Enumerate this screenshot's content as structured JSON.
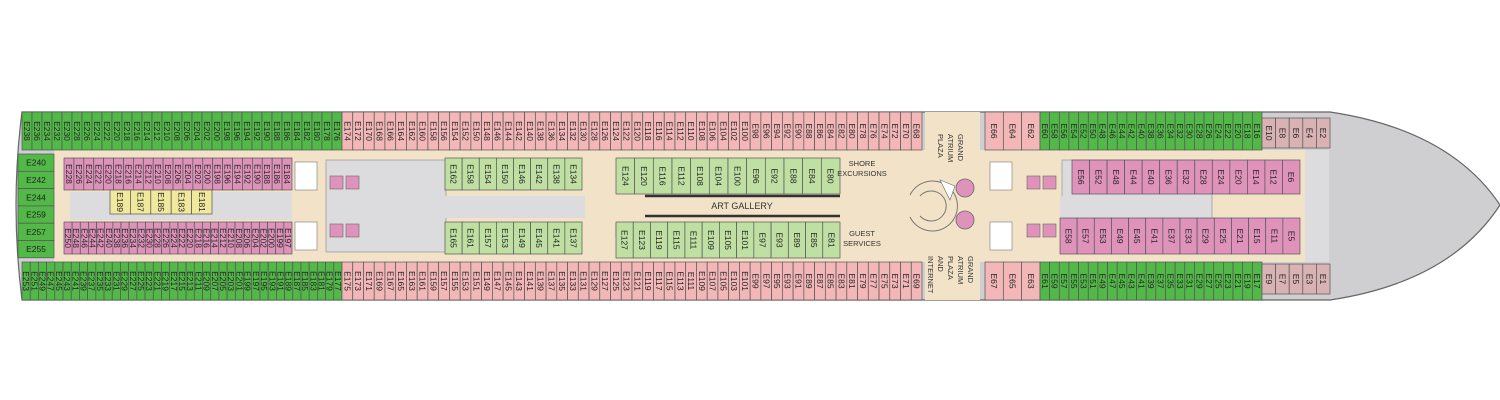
{
  "colors": {
    "balcony": "#52b848",
    "balcony_light": "#bfe0a2",
    "oceanview": "#f3b7b7",
    "interior": "#df93bb",
    "suite": "#d9b3b3",
    "yellow": "#f0e89c",
    "hull": "#cfcfd2",
    "corridor": "#f2e3c8",
    "void": "#dcdcdf",
    "white": "#ffffff",
    "outline": "#555555"
  },
  "labels": {
    "art_gallery": "ART GALLERY",
    "shore_excursions": [
      "SHORE",
      "EXCURSIONS"
    ],
    "guest_services": [
      "GUEST",
      "SERVICES"
    ],
    "grand_atrium_plaza_top": [
      "GRAND",
      "ATRIUM",
      "PLAZA"
    ],
    "grand_atrium_plaza_bottom": [
      "GRAND",
      "ATRIUM",
      "PLAZA",
      "AND",
      "INTERNET"
    ]
  },
  "rows": {
    "top_outer": {
      "green_aft": [
        "E238",
        "E236",
        "E234",
        "E232",
        "E230",
        "E228",
        "E226",
        "E224",
        "E222",
        "E220",
        "E218",
        "E216",
        "E214",
        "E212",
        "E210",
        "E208",
        "E206",
        "E204",
        "E202",
        "E200",
        "E198",
        "E196",
        "E194",
        "E192",
        "E190",
        "E188",
        "E186",
        "E184",
        "E182",
        "E180",
        "E178",
        "E176"
      ],
      "pink_mid": [
        "E174",
        "E172",
        "E170",
        "E168",
        "E166",
        "E164",
        "E162",
        "E160",
        "E158",
        "E156",
        "E154",
        "E152",
        "E150",
        "E148",
        "E146",
        "E144",
        "E142",
        "E140",
        "E138",
        "E136",
        "E134",
        "E132",
        "E130",
        "E128",
        "E126",
        "E124",
        "E122",
        "E120",
        "E118",
        "E116",
        "E114",
        "E112",
        "E110",
        "E108",
        "E106",
        "E104",
        "E102",
        "E100",
        "E98",
        "E96",
        "E94",
        "E92",
        "E90",
        "E88",
        "E86",
        "E84",
        "E82",
        "E80",
        "E78",
        "E76",
        "E74",
        "E72",
        "E70",
        "E68"
      ],
      "pink_fwd": [
        "E66",
        "E64",
        "E62"
      ],
      "green_fwd": [
        "E60",
        "E58",
        "E56",
        "E54",
        "E52",
        "E50",
        "E48",
        "E46",
        "E44",
        "E42",
        "E40",
        "E38",
        "E36",
        "E34",
        "E32",
        "E30",
        "E28",
        "E26",
        "E24",
        "E22",
        "E20",
        "E18",
        "E16"
      ],
      "bow": [
        "E10",
        "E8",
        "E6",
        "E4",
        "E2"
      ]
    },
    "bottom_outer": {
      "green_aft": [
        "E253",
        "E251",
        "E249",
        "E247",
        "E245",
        "E243",
        "E241",
        "E239",
        "E237",
        "E235",
        "E233",
        "E231",
        "E229",
        "E227",
        "E225",
        "E223",
        "E221",
        "E219",
        "E217",
        "E215",
        "E213",
        "E211",
        "E209",
        "E207",
        "E205",
        "E203",
        "E201",
        "E199",
        "E197",
        "E195",
        "E193",
        "E191",
        "E189",
        "E187",
        "E185",
        "E183",
        "E181",
        "E179",
        "E177"
      ],
      "pink_mid": [
        "E175",
        "E173",
        "E171",
        "E169",
        "E167",
        "E165",
        "E163",
        "E161",
        "E159",
        "E157",
        "E155",
        "E153",
        "E151",
        "E149",
        "E147",
        "E145",
        "E143",
        "E141",
        "E139",
        "E137",
        "E135",
        "E133",
        "E131",
        "E129",
        "E127",
        "E125",
        "E123",
        "E121",
        "E119",
        "E117",
        "E115",
        "E113",
        "E111",
        "E109",
        "E107",
        "E105",
        "E103",
        "E101",
        "E99",
        "E97",
        "E95",
        "E93",
        "E91",
        "E89",
        "E87",
        "E85",
        "E83",
        "E81",
        "E79",
        "E77",
        "E75",
        "E73",
        "E71",
        "E69"
      ],
      "pink_fwd": [
        "E67",
        "E65",
        "E63"
      ],
      "green_fwd": [
        "E61",
        "E59",
        "E57",
        "E55",
        "E53",
        "E51",
        "E49",
        "E47",
        "E45",
        "E43",
        "E41",
        "E39",
        "E37",
        "E35",
        "E33",
        "E31",
        "E29",
        "E27",
        "E25",
        "E23",
        "E21",
        "E19",
        "E17"
      ],
      "bow": [
        "E9",
        "E7",
        "E5",
        "E3",
        "E1"
      ]
    },
    "stern_stack": [
      "E240",
      "E242",
      "E244",
      "E259",
      "E257",
      "E255"
    ],
    "aft_inner_top": [
      "E228",
      "E226",
      "E224",
      "E222",
      "E220",
      "E218",
      "E216",
      "E214",
      "E212",
      "E210",
      "E208",
      "E206",
      "E204",
      "E202",
      "E200",
      "E198",
      "E196",
      "E194",
      "E192",
      "E190",
      "E188",
      "E186",
      "E184"
    ],
    "aft_yellow": [
      "E189",
      "E187",
      "E185",
      "E183",
      "E181"
    ],
    "aft_inner_bottom": [
      "E250",
      "E248",
      "E246",
      "E244",
      "E242",
      "E240",
      "E238",
      "E236",
      "E234",
      "E232",
      "E230",
      "E228",
      "E226",
      "E224",
      "E222",
      "E220",
      "E218",
      "E216",
      "E214",
      "E212",
      "E210",
      "E208",
      "E206",
      "E204",
      "E202",
      "E200",
      "E199",
      "E197"
    ],
    "mid_upper_top": [
      "E162",
      "E158",
      "E154",
      "E150",
      "E146",
      "E142",
      "E138",
      "E134"
    ],
    "mid_upper_bottom": [
      "E165",
      "E161",
      "E157",
      "E153",
      "E149",
      "E145",
      "E141",
      "E137"
    ],
    "mid_lower_top": [
      "E124",
      "E120",
      "E116",
      "E112",
      "E108",
      "E104",
      "E100",
      "E96",
      "E92",
      "E88",
      "E84",
      "E80"
    ],
    "mid_lower_bottom": [
      "E127",
      "E123",
      "E119",
      "E115",
      "E111",
      "E109",
      "E105",
      "E101",
      "E97",
      "E93",
      "E89",
      "E85",
      "E81"
    ],
    "fwd_inner_top": [
      "E56",
      "E52",
      "E48",
      "E44",
      "E40",
      "E36",
      "E32",
      "E28",
      "E24",
      "E20",
      "E14",
      "E12",
      "E6"
    ],
    "fwd_inner_bottom": [
      "E58",
      "E57",
      "E53",
      "E49",
      "E45",
      "E41",
      "E37",
      "E33",
      "E29",
      "E25",
      "E21",
      "E15",
      "E11",
      "E5"
    ]
  }
}
